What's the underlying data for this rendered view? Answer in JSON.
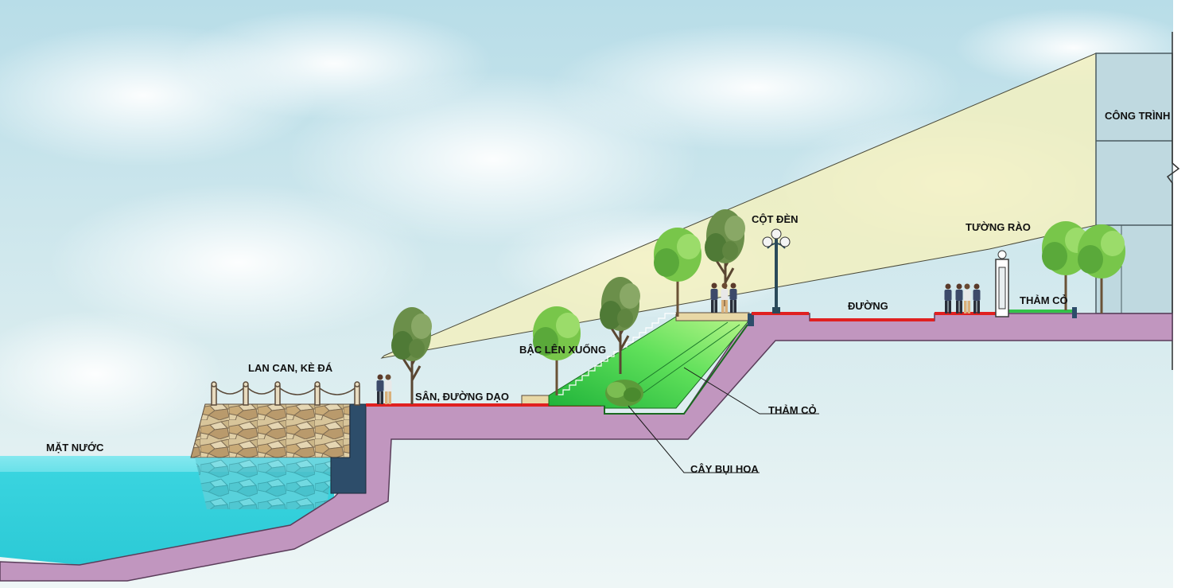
{
  "labels": {
    "water": "MẶT NƯỚC",
    "railing_embankment": "LAN CAN, KÈ ĐÁ",
    "plaza_walkway": "SÂN, ĐƯỜNG DẠO",
    "stairs": "BẬC LÊN XUỐNG",
    "lamp_post": "CỘT ĐÈN",
    "fence": "TƯỜNG RÀO",
    "road": "ĐƯỜNG",
    "lawn_right": "THẢM CỎ",
    "lawn_slope": "THẢM CỎ",
    "flower_shrub": "CÂY BỤI HOA",
    "building": "CÔNG TRÌNH"
  },
  "colors": {
    "sky": "#cfe6ee",
    "water": "#3fd5df",
    "ground": "#c196bf",
    "lawn": "#33c24a",
    "lawn_light": "#a6f07e",
    "paving": "#e02020",
    "sightline": "#f2f0bf",
    "wall": "#2d4d6a",
    "building": "#bfd9e0"
  },
  "icons": {
    "tree": "deciduous-tree-icon",
    "person": "person-icon",
    "lamp": "street-lamp-icon",
    "shrub": "shrub-icon"
  }
}
